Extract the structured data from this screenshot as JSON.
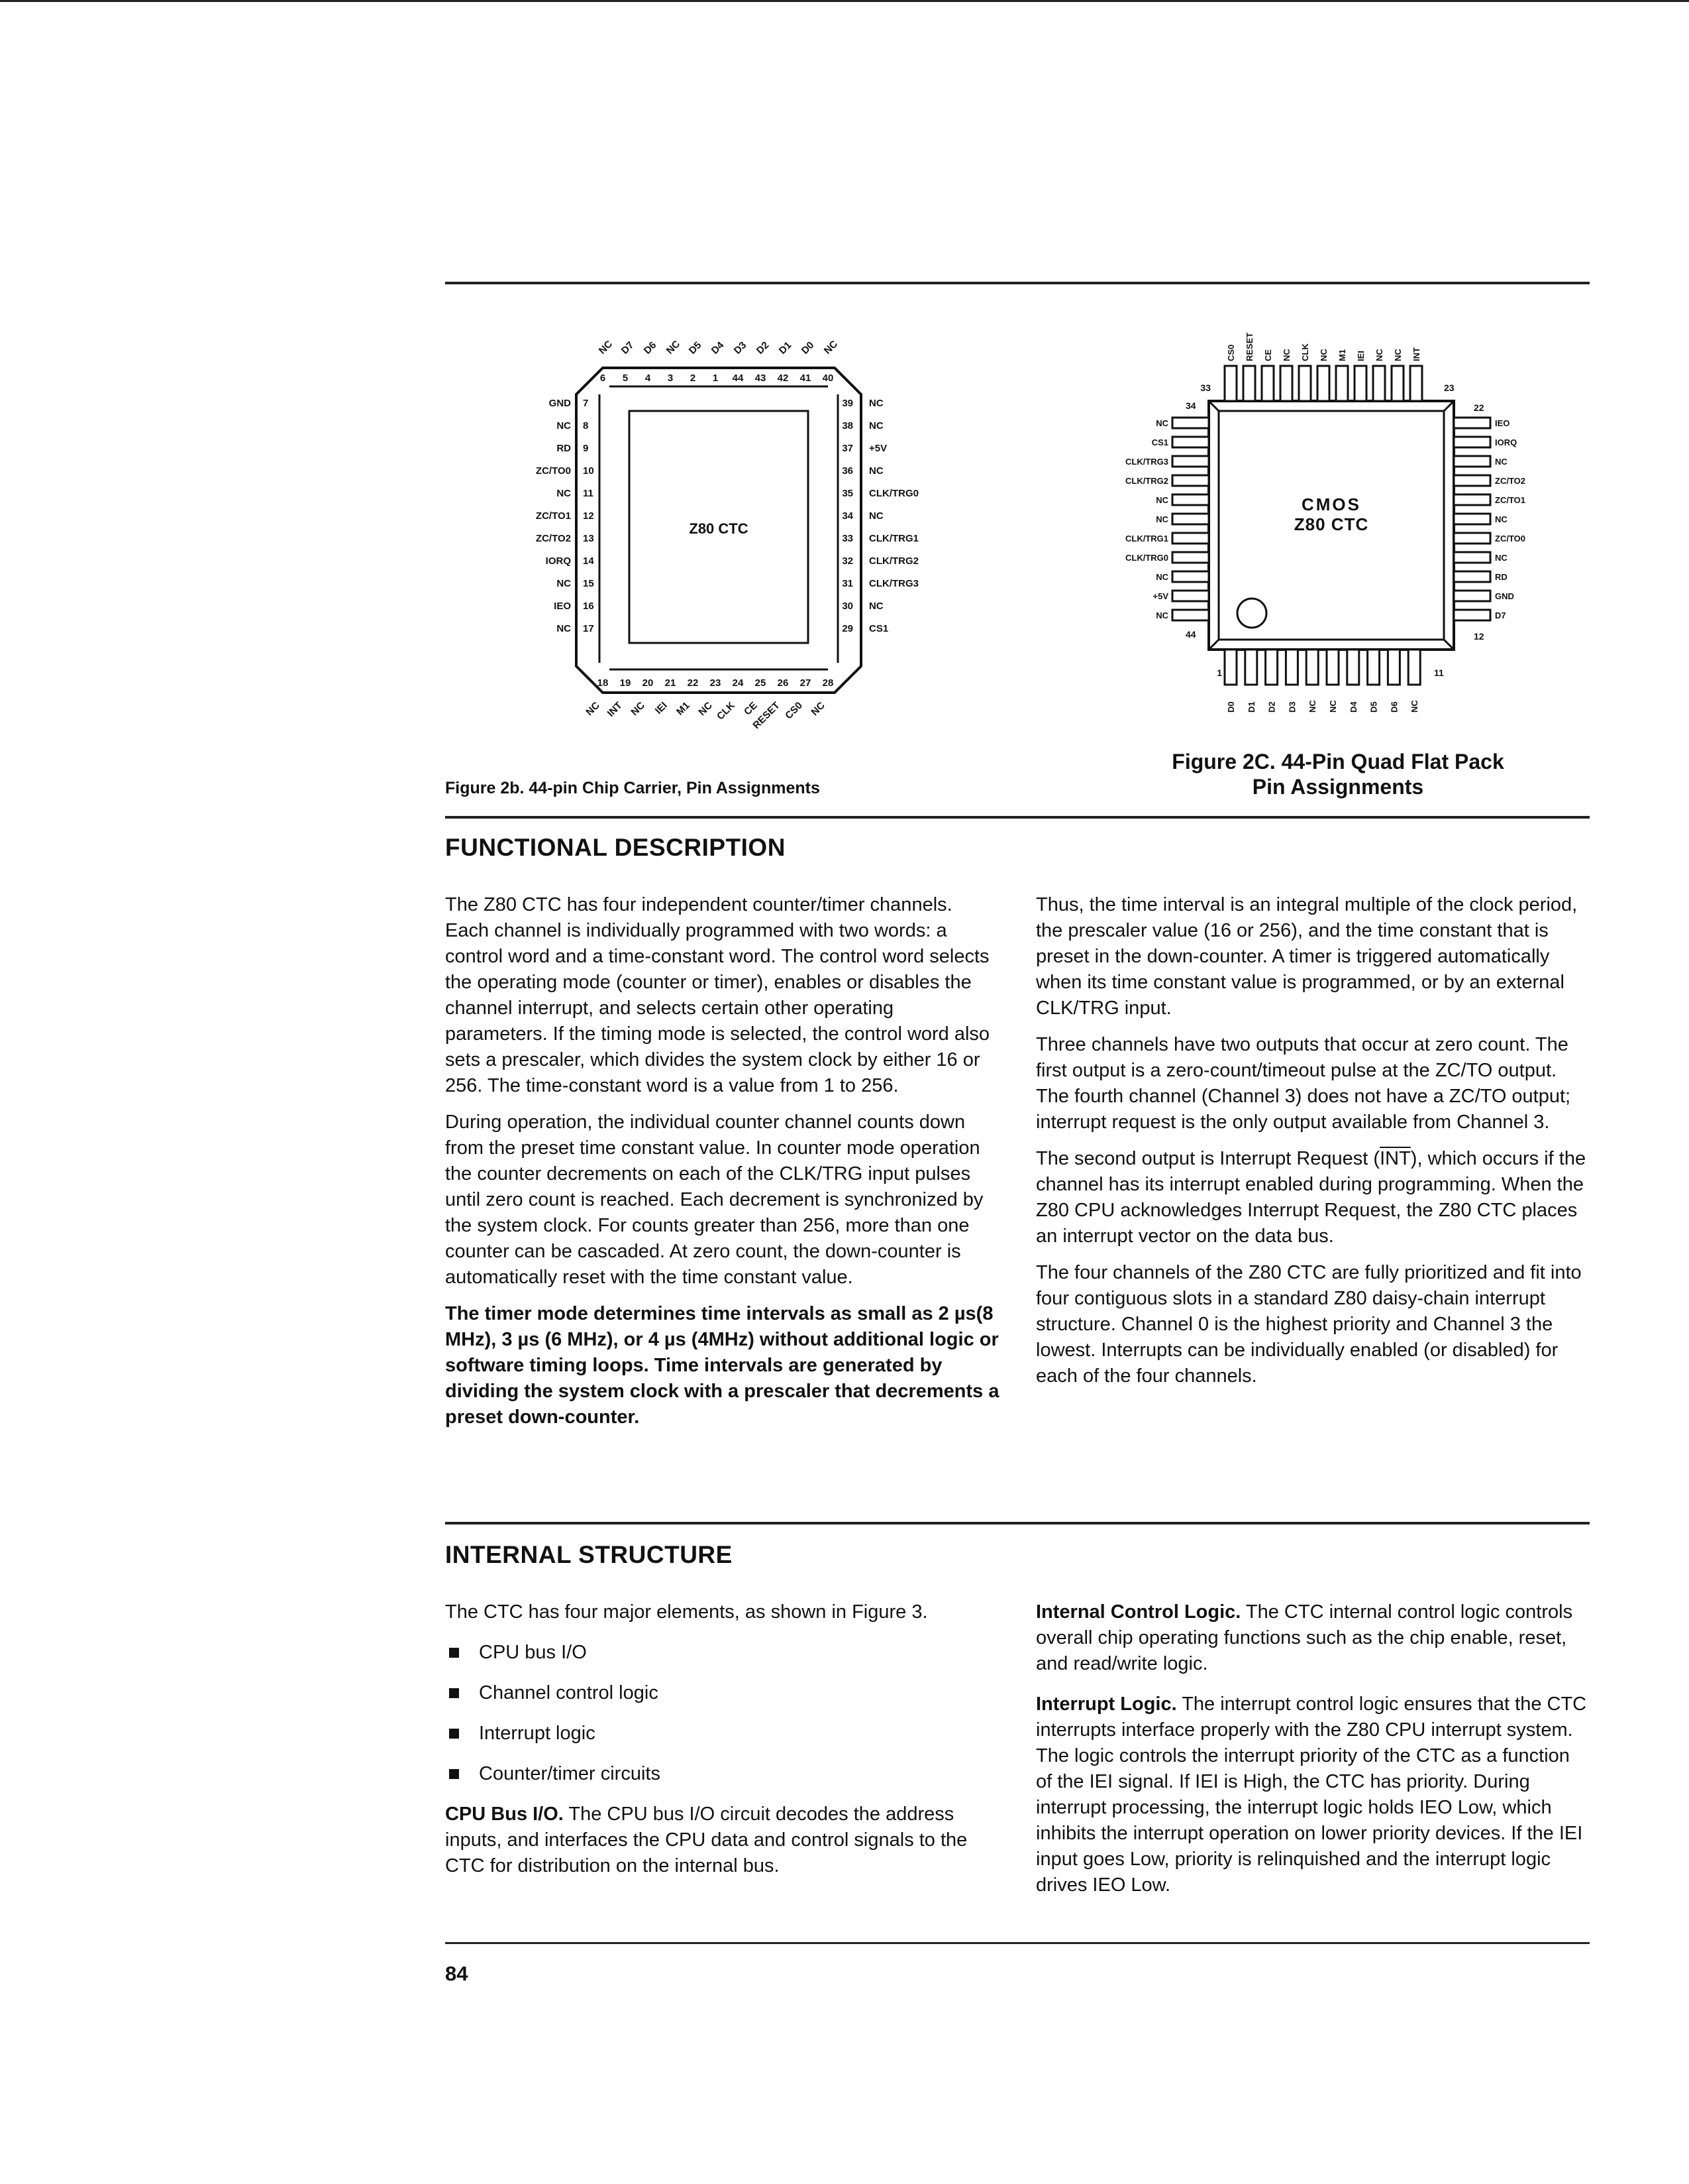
{
  "figure_2b": {
    "caption": "Figure 2b. 44-pin Chip Carrier, Pin Assignments",
    "chip_label": "Z80 CTC",
    "top_pins": [
      {
        "num": "6",
        "name": "NC"
      },
      {
        "num": "5",
        "name": "D7"
      },
      {
        "num": "4",
        "name": "D6"
      },
      {
        "num": "3",
        "name": "NC"
      },
      {
        "num": "2",
        "name": "D5"
      },
      {
        "num": "1",
        "name": "D4"
      },
      {
        "num": "44",
        "name": "D3"
      },
      {
        "num": "43",
        "name": "D2"
      },
      {
        "num": "42",
        "name": "D1"
      },
      {
        "num": "41",
        "name": "D0"
      },
      {
        "num": "40",
        "name": "NC"
      }
    ],
    "left_pins": [
      {
        "num": "7",
        "name": "GND"
      },
      {
        "num": "8",
        "name": "NC"
      },
      {
        "num": "9",
        "name": "RD"
      },
      {
        "num": "10",
        "name": "ZC/TO0"
      },
      {
        "num": "11",
        "name": "NC"
      },
      {
        "num": "12",
        "name": "ZC/TO1"
      },
      {
        "num": "13",
        "name": "ZC/TO2"
      },
      {
        "num": "14",
        "name": "IORQ"
      },
      {
        "num": "15",
        "name": "NC"
      },
      {
        "num": "16",
        "name": "IEO"
      },
      {
        "num": "17",
        "name": "NC"
      }
    ],
    "right_pins": [
      {
        "num": "39",
        "name": "NC"
      },
      {
        "num": "38",
        "name": "NC"
      },
      {
        "num": "37",
        "name": "+5V"
      },
      {
        "num": "36",
        "name": "NC"
      },
      {
        "num": "35",
        "name": "CLK/TRG0"
      },
      {
        "num": "34",
        "name": "NC"
      },
      {
        "num": "33",
        "name": "CLK/TRG1"
      },
      {
        "num": "32",
        "name": "CLK/TRG2"
      },
      {
        "num": "31",
        "name": "CLK/TRG3"
      },
      {
        "num": "30",
        "name": "NC"
      },
      {
        "num": "29",
        "name": "CS1"
      }
    ],
    "bottom_pins": [
      {
        "num": "18",
        "name": "NC"
      },
      {
        "num": "19",
        "name": "INT"
      },
      {
        "num": "20",
        "name": "NC"
      },
      {
        "num": "21",
        "name": "IEI"
      },
      {
        "num": "22",
        "name": "M1"
      },
      {
        "num": "23",
        "name": "NC"
      },
      {
        "num": "24",
        "name": "CLK"
      },
      {
        "num": "25",
        "name": "CE"
      },
      {
        "num": "26",
        "name": "RESET"
      },
      {
        "num": "27",
        "name": "CS0"
      },
      {
        "num": "28",
        "name": "NC"
      }
    ]
  },
  "figure_2c": {
    "caption_line1": "Figure 2C. 44-Pin Quad Flat Pack",
    "caption_line2": "Pin Assignments",
    "chip_label_1": "CMOS",
    "chip_label_2": "Z80 CTC",
    "corner_numbers": {
      "top_left": "33",
      "top_right": "23",
      "right_top": "22",
      "right_bottom": "12",
      "left_top": "34",
      "left_bottom": "44",
      "bottom_left": "1",
      "bottom_right": "11"
    },
    "top_pins": [
      "CS0",
      "RESET",
      "CE",
      "NC",
      "CLK",
      "NC",
      "M1",
      "IEI",
      "NC",
      "NC",
      "INT"
    ],
    "left_pins": [
      "NC",
      "CS1",
      "CLK/TRG3",
      "CLK/TRG2",
      "NC",
      "NC",
      "CLK/TRG1",
      "CLK/TRG0",
      "NC",
      "+5V",
      "NC"
    ],
    "right_pins": [
      "IEO",
      "IORQ",
      "NC",
      "ZC/TO2",
      "ZC/TO1",
      "NC",
      "ZC/TO0",
      "NC",
      "RD",
      "GND",
      "D7"
    ],
    "bottom_pins": [
      "D0",
      "D1",
      "D2",
      "D3",
      "NC",
      "NC",
      "D4",
      "D5",
      "D6",
      "NC"
    ]
  },
  "functional": {
    "title": "FUNCTIONAL DESCRIPTION",
    "left_p1": "The Z80 CTC has four independent counter/timer channels. Each channel is individually programmed with two words: a control word and a time-constant word. The control word selects the operating mode (counter or timer), enables or disables the channel interrupt, and selects certain other operating parameters. If the timing mode is selected, the control word also sets a prescaler, which divides the system clock by either 16 or 256. The time-constant word is a value from 1 to 256.",
    "left_p2": "During operation, the individual counter channel counts down from the preset time constant value. In counter mode operation the counter decrements on each of the CLK/TRG input pulses until zero count is reached. Each decrement is synchronized by the system clock. For counts greater than 256, more than one counter can be cascaded. At zero count, the down-counter is automatically reset with the time constant value.",
    "left_p3": "The timer mode determines time intervals as small as 2 µs(8 MHz), 3 µs (6 MHz), or 4 µs (4MHz) without additional logic or software timing loops. Time intervals are generated by dividing the system clock with a prescaler that decrements a preset down-counter.",
    "right_p1": "Thus, the time interval is an integral multiple of the clock period, the prescaler value (16 or 256), and the time constant that is preset in the down-counter. A timer is triggered automatically when its time constant value is programmed, or by an external CLK/TRG input.",
    "right_p2": "Three channels have two outputs that occur at zero count. The first output is a zero-count/timeout pulse at the ZC/TO output. The fourth channel (Channel 3) does not have a ZC/TO output; interrupt request is the only output available from Channel 3.",
    "right_p3a": "The second output is Interrupt Request (",
    "right_p3_int": "INT",
    "right_p3b": "), which occurs if the channel has its interrupt enabled during programming. When the Z80 CPU acknowledges Interrupt Request, the Z80 CTC places an interrupt vector on the data bus.",
    "right_p4": "The four channels of the Z80 CTC are fully prioritized and fit into four contiguous slots in a standard Z80 daisy-chain interrupt structure. Channel 0 is the highest priority and Channel 3 the lowest. Interrupts can be individually enabled (or disabled) for each of the four channels."
  },
  "internal": {
    "title": "INTERNAL STRUCTURE",
    "intro": "The CTC has four major elements, as shown in Figure 3.",
    "bullets": [
      "CPU bus I/O",
      "Channel control logic",
      "Interrupt logic",
      "Counter/timer circuits"
    ],
    "cpu_head": "CPU Bus I/O.",
    "cpu_text": " The CPU bus I/O circuit decodes the address inputs, and interfaces the CPU data and control signals to the CTC for distribution on the internal bus.",
    "icl_head": "Internal Control Logic.",
    "icl_text": " The CTC internal control logic controls overall chip operating functions such as the chip enable, reset, and read/write logic.",
    "int_head": "Interrupt Logic.",
    "int_text": " The interrupt control logic ensures that the CTC interrupts interface properly with the Z80 CPU interrupt system. The logic controls the interrupt priority of the CTC as a function of the IEI signal. If IEI is High, the CTC has priority. During interrupt processing, the interrupt logic holds IEO Low, which inhibits the interrupt operation on lower priority devices. If the IEI input goes Low, priority is relinquished and the interrupt logic drives IEO Low."
  },
  "page_number": "84"
}
